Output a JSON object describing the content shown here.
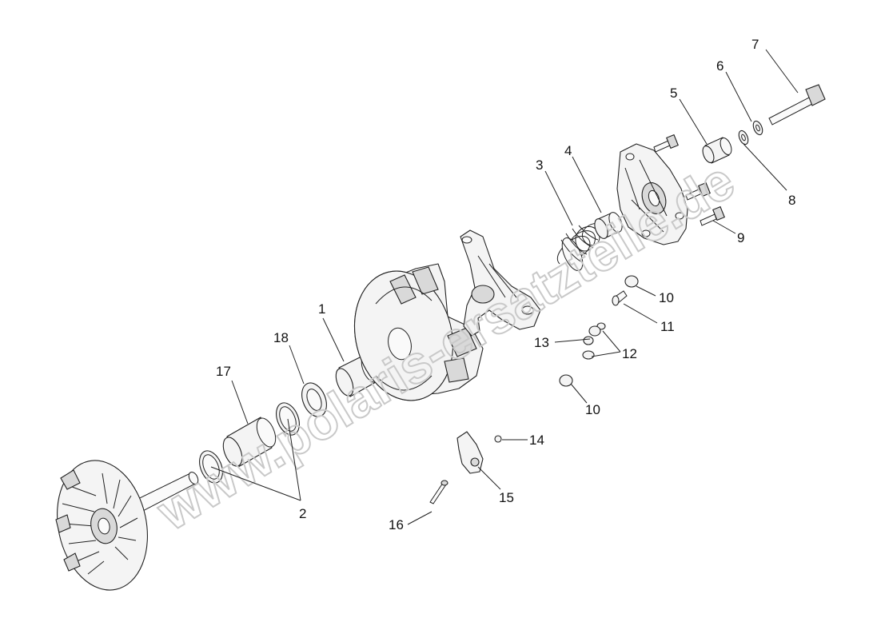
{
  "watermark": "www.polaris-ersatzteile.de",
  "callouts": [
    {
      "id": "1",
      "text": "1"
    },
    {
      "id": "2",
      "text": "2"
    },
    {
      "id": "3",
      "text": "3"
    },
    {
      "id": "4",
      "text": "4"
    },
    {
      "id": "5",
      "text": "5"
    },
    {
      "id": "6",
      "text": "6"
    },
    {
      "id": "7",
      "text": "7"
    },
    {
      "id": "8",
      "text": "8"
    },
    {
      "id": "9",
      "text": "9"
    },
    {
      "id": "10a",
      "text": "10"
    },
    {
      "id": "10b",
      "text": "10"
    },
    {
      "id": "11",
      "text": "11"
    },
    {
      "id": "12",
      "text": "12"
    },
    {
      "id": "13",
      "text": "13"
    },
    {
      "id": "14",
      "text": "14"
    },
    {
      "id": "15",
      "text": "15"
    },
    {
      "id": "16",
      "text": "16"
    },
    {
      "id": "17",
      "text": "17"
    },
    {
      "id": "18",
      "text": "18"
    }
  ]
}
